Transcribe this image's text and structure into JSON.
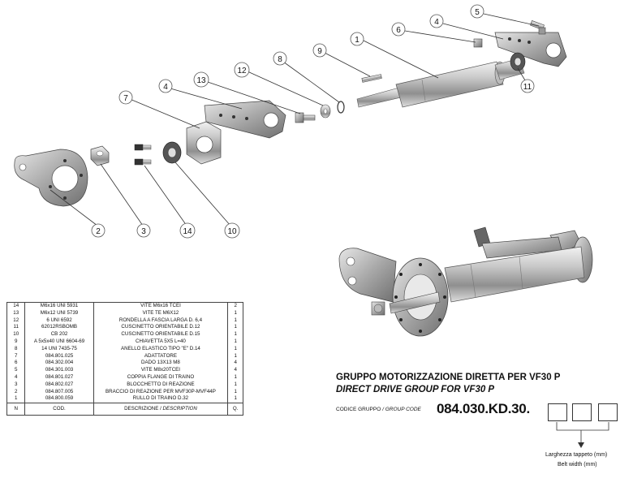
{
  "callouts": [
    "5",
    "4",
    "6",
    "1",
    "9",
    "8",
    "12",
    "13",
    "4",
    "7",
    "11",
    "2",
    "3",
    "14",
    "10"
  ],
  "table": {
    "header": {
      "n": "N",
      "cod": "COD.",
      "desc_it": "DESCRIZIONE",
      "desc_en": "DESCRIPTION",
      "q": "Q."
    },
    "rows": [
      {
        "n": "14",
        "cod": "M6x16 UNI 5931",
        "desc": "VITE M6x16 TCEI",
        "q": "2"
      },
      {
        "n": "13",
        "cod": "M6x12 UNI 5739",
        "desc": "VITE TE M6X12",
        "q": "1"
      },
      {
        "n": "12",
        "cod": "6 UNI 6592",
        "desc": "RONDELLA A FASCIA LARGA D. 6,4",
        "q": "1"
      },
      {
        "n": "11",
        "cod": "62012RSBOMB",
        "desc": "CUSCINETTO ORIENTABILE D.12",
        "q": "1"
      },
      {
        "n": "10",
        "cod": "CB 202",
        "desc": "CUSCINETTO ORIENTABILE D.15",
        "q": "1"
      },
      {
        "n": "9",
        "cod": "A 5x5x40 UNI 6604-69",
        "desc": "CHIAVETTA 5X5 L=40",
        "q": "1"
      },
      {
        "n": "8",
        "cod": "14 UNI 7435-75",
        "desc": "ANELLO ELASTICO TIPO \"E\" D.14",
        "q": "1"
      },
      {
        "n": "7",
        "cod": "084.801.025",
        "desc": "ADATTATORE",
        "q": "1"
      },
      {
        "n": "6",
        "cod": "084.302.004",
        "desc": "DADO 13X13 M8",
        "q": "4"
      },
      {
        "n": "5",
        "cod": "084.301.003",
        "desc": "VITE M8x20TCEI",
        "q": "4"
      },
      {
        "n": "4",
        "cod": "084.801.027",
        "desc": "COPPIA FLANGE DI TRAINO",
        "q": "1"
      },
      {
        "n": "3",
        "cod": "084.802.027",
        "desc": "BLOCCHETTO DI REAZIONE",
        "q": "1"
      },
      {
        "n": "2",
        "cod": "084.807.005",
        "desc": "BRACCIO DI REAZIONE PER MVF30P-MVF44P",
        "q": "1"
      },
      {
        "n": "1",
        "cod": "084.800.059",
        "desc": "RULLO DI TRAINO D.32",
        "q": "1"
      }
    ]
  },
  "titles": {
    "it": "GRUPPO MOTORIZZAZIONE DIRETTA PER VF30 P",
    "en": "DIRECT DRIVE GROUP FOR VF30 P"
  },
  "code": {
    "label_it": "CODICE GRUPPO",
    "label_en": "/ GROUP CODE",
    "value": "084.030.KD.30."
  },
  "belt": {
    "it": "Larghezza tappeto (mm)",
    "en": "Belt width (mm)"
  }
}
